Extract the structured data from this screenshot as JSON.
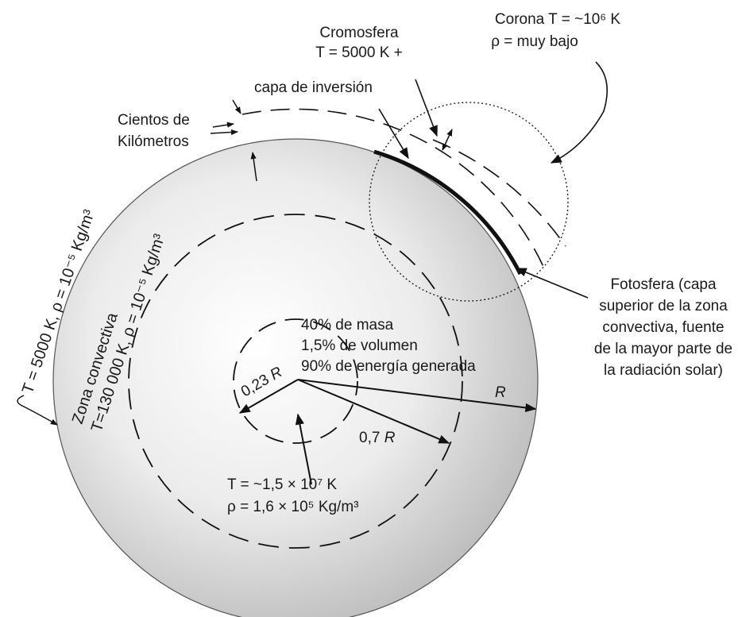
{
  "labels": {
    "corona_line1": "Corona T = ~10⁶ K",
    "corona_line2": "ρ = muy bajo",
    "cromosfera_line1": "Cromosfera",
    "cromosfera_line2": "T = 5000 K +",
    "capa_inversion": "capa de inversión",
    "cientos_line1": "Cientos de",
    "cientos_line2": "Kilómetros",
    "fotosfera_line1": "Fotosfera (capa",
    "fotosfera_line2": "superior de la zona",
    "fotosfera_line3": "convectiva, fuente",
    "fotosfera_line4": "de la mayor parte de",
    "fotosfera_line5": "la radiación solar)",
    "core_line1": "40% de masa",
    "core_line2": "1,5% de volumen",
    "core_line3": "90% de energía generada",
    "r_label": "R",
    "r023_num": "0,23 ",
    "r023_r": "R",
    "r07_num": "0,7 ",
    "r07_r": "R",
    "core_temp": "T = ~1,5 × 10⁷ K",
    "core_density": "ρ = 1,6 × 10⁵ Kg/m³",
    "surface_conditions": "T = 5000 K, ρ = 10⁻⁵ Kg/m³",
    "zona_line1": "Zona convectiva",
    "zona_line2": "T=130 000 K, ρ = 10⁻⁵ Kg/m³"
  },
  "colors": {
    "ink": "#111111",
    "sun_center": "#ffffff",
    "sun_edge": "#bdbdbd"
  }
}
